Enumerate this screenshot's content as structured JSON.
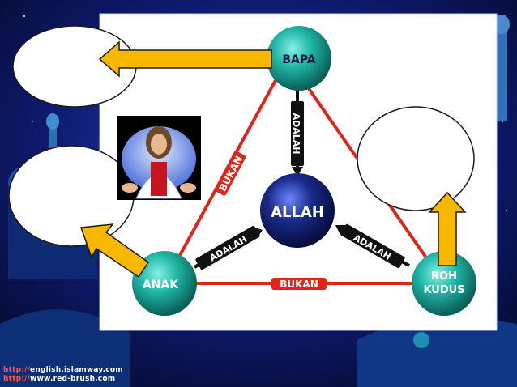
{
  "diagram": {
    "nodes": {
      "bapa": "BAPA",
      "anak": "ANAK",
      "roh_kudus_line1": "ROH",
      "roh_kudus_line2": "KUDUS",
      "allah": "ALLAH"
    },
    "edges": {
      "bapa_anak": "BUKAN",
      "anak_roh": "BUKAN",
      "bapa_allah": "ADALAH",
      "anak_allah": "ADALAH",
      "roh_allah": "ADALAH"
    }
  },
  "watermark": {
    "line1_prefix": "http://",
    "line1_rest": "english.islamway.com",
    "line2_prefix": "http://",
    "line2_rest": "www.red-brush.com"
  },
  "colors": {
    "panel": "#ffffff",
    "sphere_teal": "#1fb6a6",
    "sphere_blue": "#1a2a8a",
    "red_line": "#e0241b",
    "arrow_fill": "#f9b800"
  }
}
